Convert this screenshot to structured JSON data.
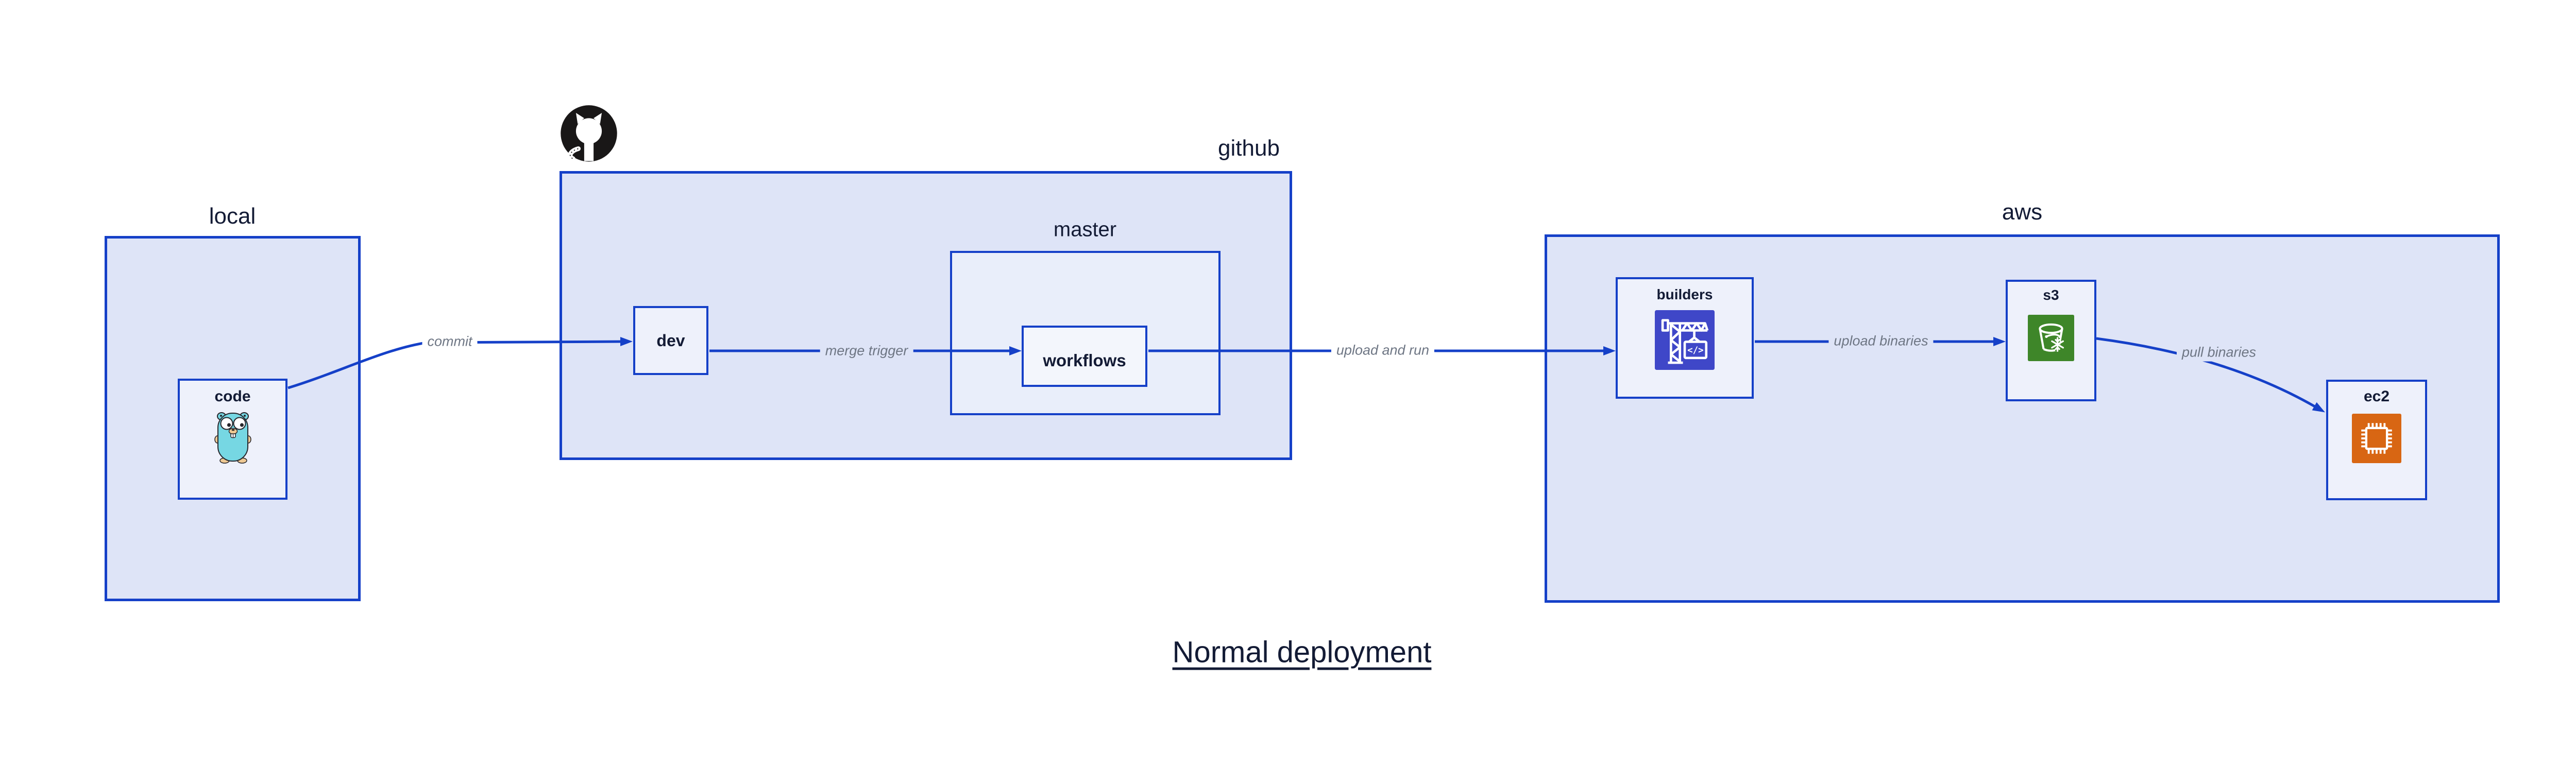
{
  "title": {
    "text": "Normal deployment"
  },
  "containers": {
    "local": {
      "label": "local"
    },
    "github": {
      "label": "github"
    },
    "master": {
      "label": "master"
    },
    "aws": {
      "label": "aws"
    }
  },
  "nodes": {
    "code": {
      "label": "code",
      "icon": "go-gopher-icon"
    },
    "dev": {
      "label": "dev"
    },
    "workflows": {
      "label": "workflows"
    },
    "builders": {
      "label": "builders",
      "icon": "aws-codebuild-crane-icon",
      "icon_glyph": "</>"
    },
    "s3": {
      "label": "s3",
      "icon": "aws-s3-bucket-icon"
    },
    "ec2": {
      "label": "ec2",
      "icon": "aws-ec2-chip-icon"
    }
  },
  "logos": {
    "github": "github-octocat-logo"
  },
  "edges": [
    {
      "from": "code",
      "to": "dev",
      "label": "commit"
    },
    {
      "from": "dev",
      "to": "workflows",
      "label": "merge trigger"
    },
    {
      "from": "workflows",
      "to": "builders",
      "label": "upload and run"
    },
    {
      "from": "builders",
      "to": "s3",
      "label": "upload binaries"
    },
    {
      "from": "s3",
      "to": "ec2",
      "label": "pull binaries"
    }
  ],
  "colors": {
    "accent_blue": "#1540c8",
    "container_fill": "#dee4f7",
    "node_fill": "#eef1fb",
    "master_fill": "#e9eefa",
    "workflows_fill": "#f3f6fc",
    "text_navy": "#131b35",
    "edge_label_gray": "#6e7684",
    "codebuild_purple": "#3f47c8",
    "s3_green": "#3e8629",
    "ec2_orange": "#d86613",
    "gopher_teal": "#76d7e3",
    "octocat_black": "#191717"
  }
}
